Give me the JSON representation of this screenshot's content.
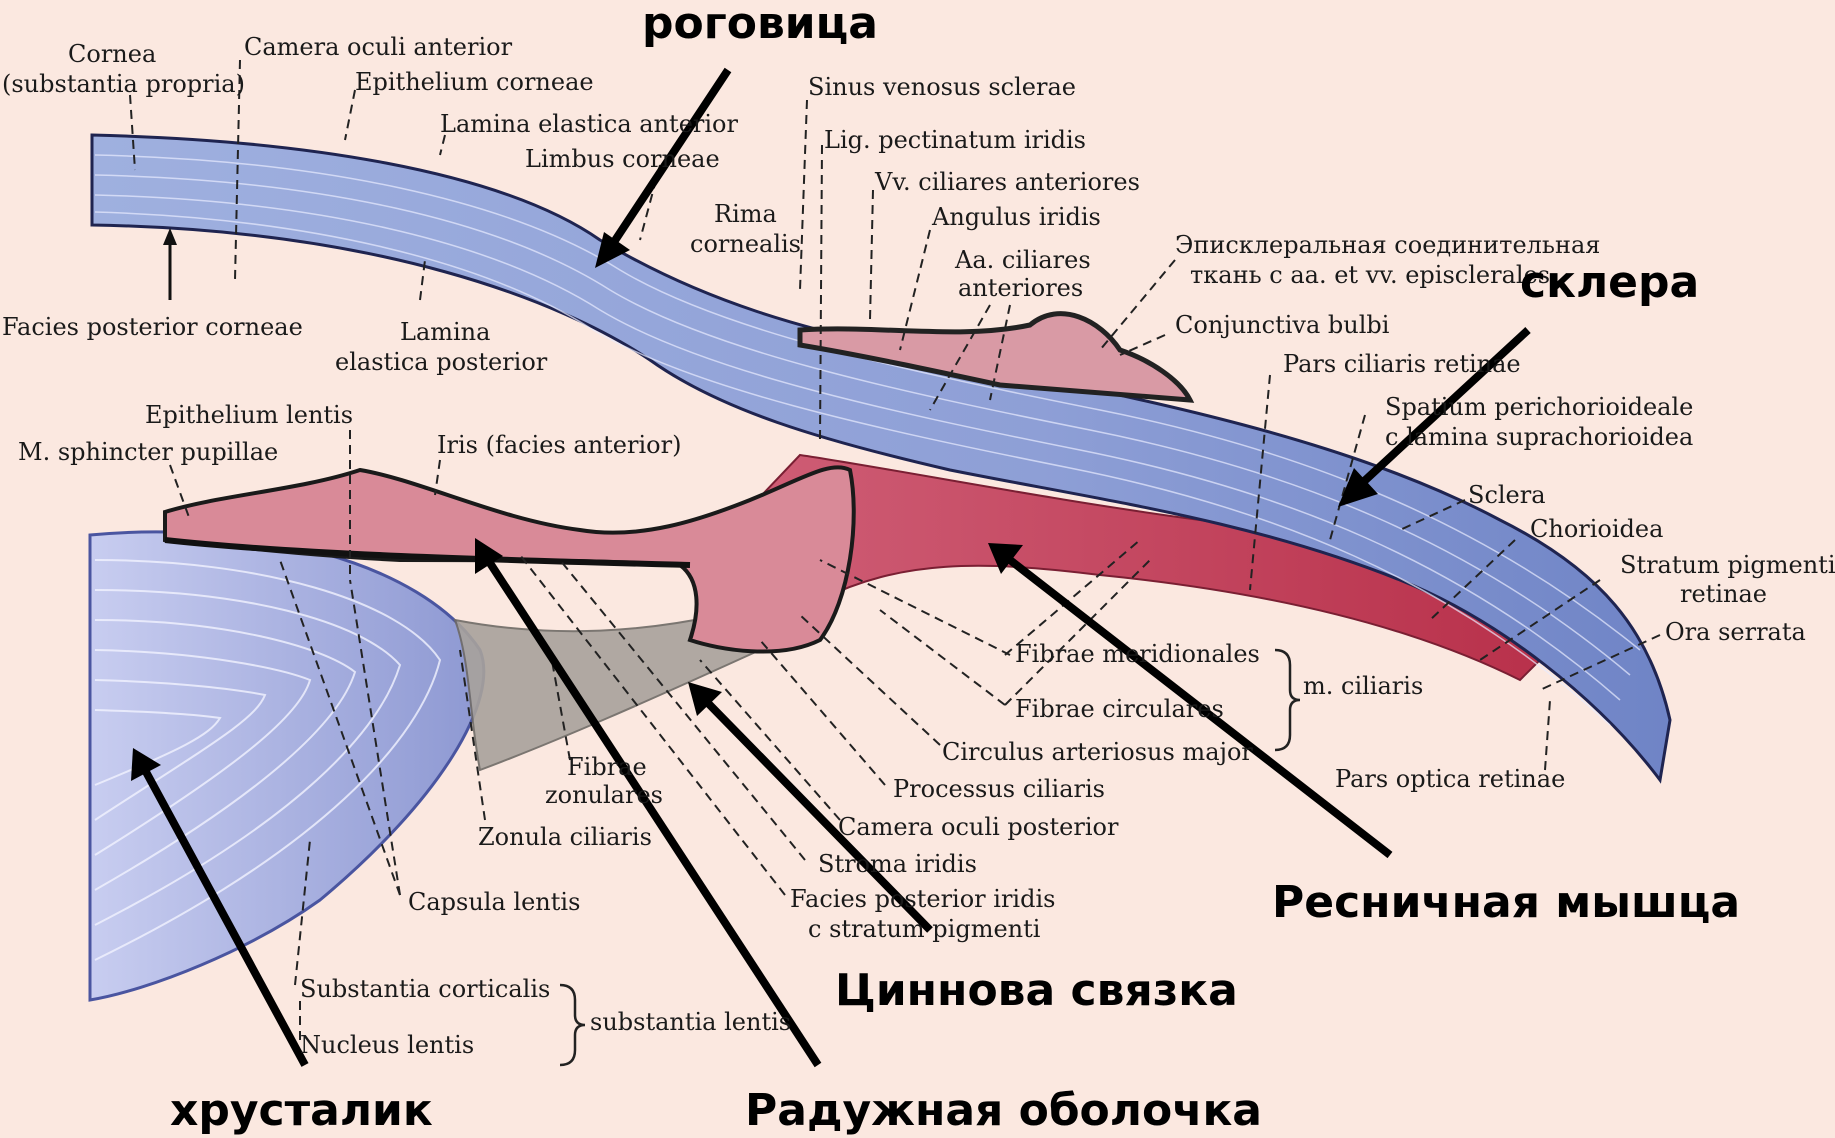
{
  "labels": {
    "cornea": "Cornea",
    "cornea_sub": "(substantia propria)",
    "camera_anterior": "Camera oculi anterior",
    "epithelium_corneae": "Epithelium corneae",
    "lamina_ant": "Lamina elastica anterior",
    "limbus": "Limbus corneae",
    "sinus": "Sinus venosus sclerae",
    "lig_pect": "Lig. pectinatum iridis",
    "vv_cil": "Vv. ciliares anteriores",
    "rima1": "Rima",
    "rima2": "cornealis",
    "angulus": "Angulus iridis",
    "aa_cil1": "Aa. ciliares",
    "aa_cil2": "anteriores",
    "episcleral1": "Эписклеральная соединительная",
    "episcleral2": "ткань с  aa. et vv. episclerales",
    "conj": "Conjunctiva bulbi",
    "facies_post_corn": "Facies posterior corneae",
    "lamina_post1": "Lamina",
    "lamina_post2": "elastica posterior",
    "pars_ciliaris": "Pars ciliaris retinae",
    "spatium1": "Spatium perichorioideale",
    "spatium2": "c lamina suprachorioidea",
    "epith_lentis": "Epithelium lentis",
    "sphincter": "M. sphincter pupillae",
    "iris_ant": "Iris (facies anterior)",
    "sclera": "Sclera",
    "chorioidea": "Chorioidea",
    "strat_pig1": "Stratum pigmenti",
    "strat_pig2": "retinae",
    "ora": "Ora serrata",
    "fibrae_mer": "Fibrae meridionales",
    "fibrae_circ": "Fibrae circulares",
    "m_ciliaris": "m. ciliaris",
    "circulus": "Circulus arteriosus major",
    "processus": "Processus ciliaris",
    "pars_optica": "Pars optica retinae",
    "fibrae_zon1": "Fibrae",
    "fibrae_zon2": "zonulares",
    "zonula": "Zonula ciliaris",
    "camera_post": "Camera oculi posterior",
    "stroma": "Stroma iridis",
    "facies_post_iridis1": "Facies posterior iridis",
    "facies_post_iridis2": "c stratum pigmenti",
    "capsula": "Capsula lentis",
    "subst_cort": "Substantia corticalis",
    "nucleus": "Nucleus lentis",
    "subst_lentis": "substantia lentis"
  },
  "annotations": {
    "rogovitsa": "роговица",
    "sklera": "склера",
    "resnichnaya": "Ресничная мышца",
    "tsinnova": "Циннова связка",
    "raduzhnaya": "Радужная оболочка",
    "khrustalik": "хрусталик"
  },
  "colors": {
    "background": "#fbe8e0",
    "cornea_blue": "#8fa0d6",
    "sclera_blue": "#7d8fcc",
    "muscle_red": "#c23a55",
    "iris_pink": "#d98a98",
    "lens_blue": "#aab3df",
    "zonule_gray": "#a8a29c"
  }
}
